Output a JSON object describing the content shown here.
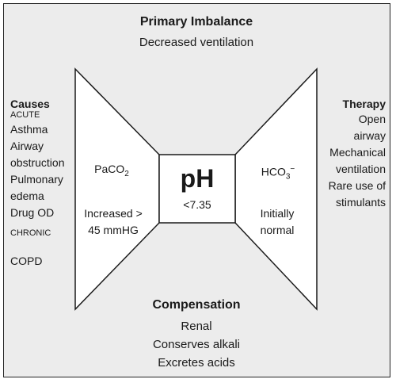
{
  "primary": {
    "title": "Primary Imbalance",
    "subtitle": "Decreased ventilation"
  },
  "causes": {
    "title": "Causes",
    "acute_label": "ACUTE",
    "acute_items": [
      "Asthma",
      "Airway",
      "obstruction",
      "Pulmonary",
      "edema",
      "Drug OD"
    ],
    "chronic_label": "CHRONIC",
    "chronic_items": [
      "COPD"
    ]
  },
  "therapy": {
    "title": "Therapy",
    "items": [
      "Open",
      "airway",
      "Mechanical",
      "ventilation",
      "Rare use of",
      "stimulants"
    ]
  },
  "center": {
    "ph_label": "pH",
    "ph_value": "<7.35",
    "left_label": "PaCO",
    "left_sub": "2",
    "left_value_1": "Increased >",
    "left_value_2": "45 mmHG",
    "right_label": "HCO",
    "right_sub": "3",
    "right_sup": "−",
    "right_value_1": "Initially",
    "right_value_2": "normal"
  },
  "compensation": {
    "title": "Compensation",
    "items": [
      "Renal",
      "Conserves alkali",
      "Excretes acids"
    ]
  }
}
